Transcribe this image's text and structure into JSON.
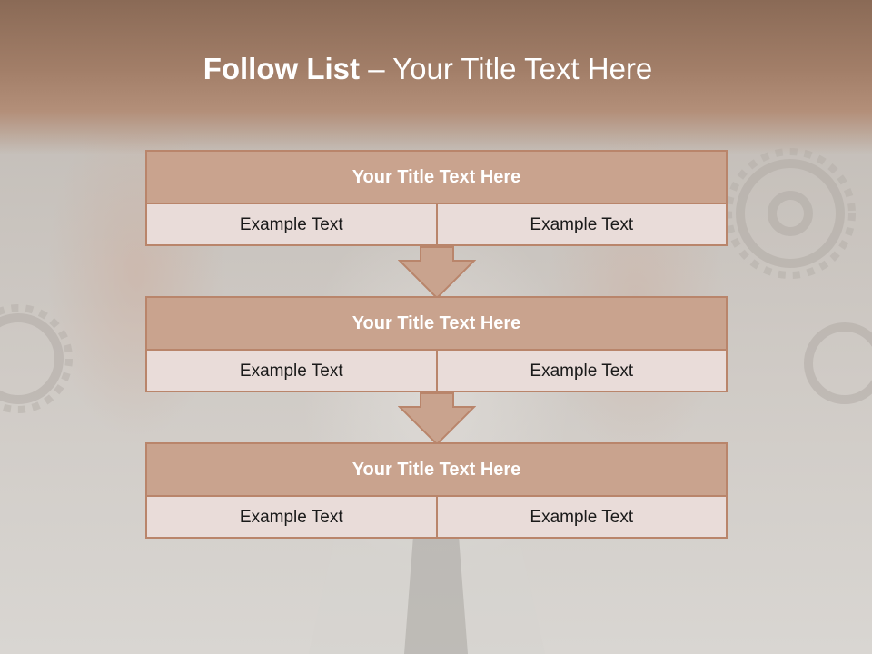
{
  "slide": {
    "title_bold": "Follow List",
    "title_rest": "– Your Title Text Here"
  },
  "steps": [
    {
      "title": "Your Title Text Here",
      "left": "Example Text",
      "right": "Example Text"
    },
    {
      "title": "Your Title Text Here",
      "left": "Example Text",
      "right": "Example Text"
    },
    {
      "title": "Your Title Text Here",
      "left": "Example Text",
      "right": "Example Text"
    }
  ],
  "colors": {
    "header_band": "#a27e68",
    "box_header": "#c9a38e",
    "box_body": "#e9dcd9",
    "border": "#b9856b",
    "arrow_fill": "#c9a38e"
  },
  "icons": {
    "arrow": "down-arrow-icon",
    "background": "gears-photo"
  }
}
